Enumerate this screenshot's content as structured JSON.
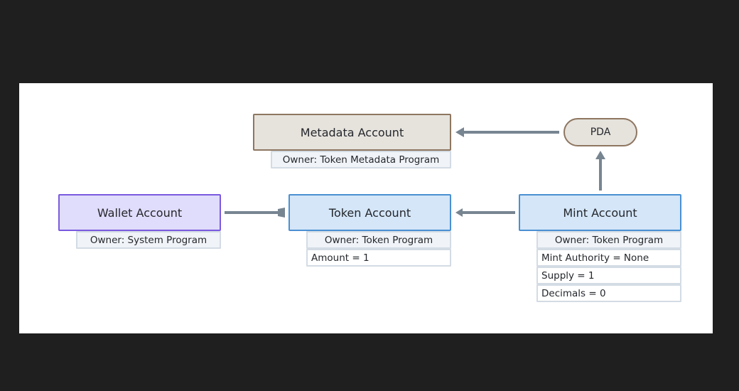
{
  "nodes": {
    "metadata": {
      "label": "Metadata Account",
      "owner": "Owner: Token Metadata Program"
    },
    "pda": {
      "label": "PDA"
    },
    "wallet": {
      "label": "Wallet Account",
      "owner": "Owner: System Program"
    },
    "token": {
      "label": "Token Account",
      "owner": "Owner: Token Program",
      "fields": [
        "Amount = 1"
      ]
    },
    "mint": {
      "label": "Mint Account",
      "owner": "Owner: Token Program",
      "fields": [
        "Mint Authority = None",
        "Supply = 1",
        "Decimals = 0"
      ]
    }
  },
  "edges": [
    {
      "from": "pda",
      "to": "metadata",
      "head": "arrow"
    },
    {
      "from": "mint",
      "to": "pda",
      "head": "arrow"
    },
    {
      "from": "mint",
      "to": "token",
      "head": "triangle"
    },
    {
      "from": "wallet",
      "to": "token",
      "head": "bar"
    }
  ],
  "colors": {
    "background": "#1f1f1f",
    "canvas": "#ffffff",
    "edge": "#778591",
    "metadata_fill": "#e6e3dd",
    "metadata_border": "#8e7660",
    "wallet_fill": "#e0dcfb",
    "wallet_border": "#7a5ae0",
    "account_fill": "#d4e6f8",
    "account_border": "#4a90d2",
    "field_border": "#d3dbe4"
  }
}
